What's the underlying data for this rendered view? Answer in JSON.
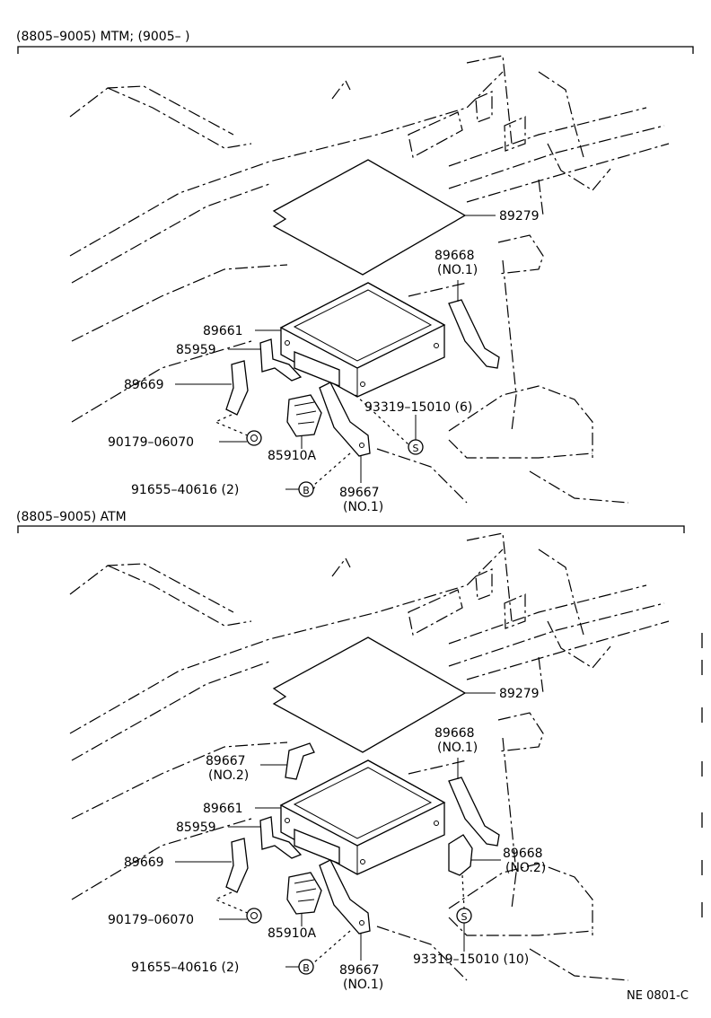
{
  "section_top": {
    "title": "(8805–9005) MTM; (9005–      )",
    "labels": {
      "p89279": "89279",
      "p89668": "89668",
      "p89668_no": "(NO.1)",
      "p89661": "89661",
      "p85959": "85959",
      "p89669": "89669",
      "p93319": "93319–15010 (6)",
      "p90179": "90179–06070",
      "p85910a": "85910A",
      "p91655": "91655–40616 (2)",
      "p89667": "89667",
      "p89667_no": "(NO.1)",
      "mark_s": "S",
      "mark_b": "B"
    }
  },
  "section_bottom": {
    "title": "(8805–9005) ATM",
    "labels": {
      "p89279": "89279",
      "p89668a": "89668",
      "p89668a_no": "(NO.1)",
      "p89667b": "89667",
      "p89667b_no": "(NO.2)",
      "p89661": "89661",
      "p85959": "85959",
      "p89669": "89669",
      "p89668b": "89668",
      "p89668b_no": "(NO.2)",
      "p90179": "90179–06070",
      "p85910a": "85910A",
      "p93319": "93319–15010 (10)",
      "p91655": "91655–40616 (2)",
      "p89667": "89667",
      "p89667_no": "(NO.1)",
      "mark_s": "S",
      "mark_b": "B"
    }
  },
  "footer": {
    "code": "NE 0801-C"
  }
}
